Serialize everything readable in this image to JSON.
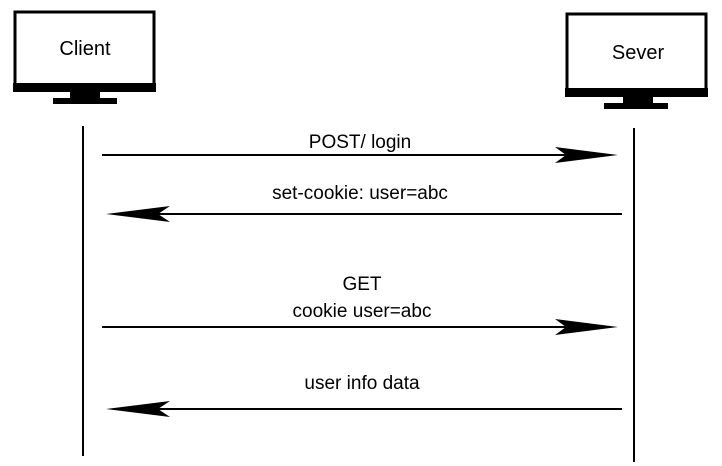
{
  "participants": {
    "client": {
      "label": "Client"
    },
    "server": {
      "label": "Sever"
    }
  },
  "messages": [
    {
      "direction": "client-to-server",
      "lines": [
        "POST/ login"
      ]
    },
    {
      "direction": "server-to-client",
      "lines": [
        "set-cookie: user=abc"
      ]
    },
    {
      "direction": "client-to-server",
      "lines": [
        "GET",
        "cookie user=abc"
      ]
    },
    {
      "direction": "server-to-client",
      "lines": [
        "user info data"
      ]
    }
  ],
  "colors": {
    "stroke": "#000000",
    "screen": "#ffffff"
  }
}
